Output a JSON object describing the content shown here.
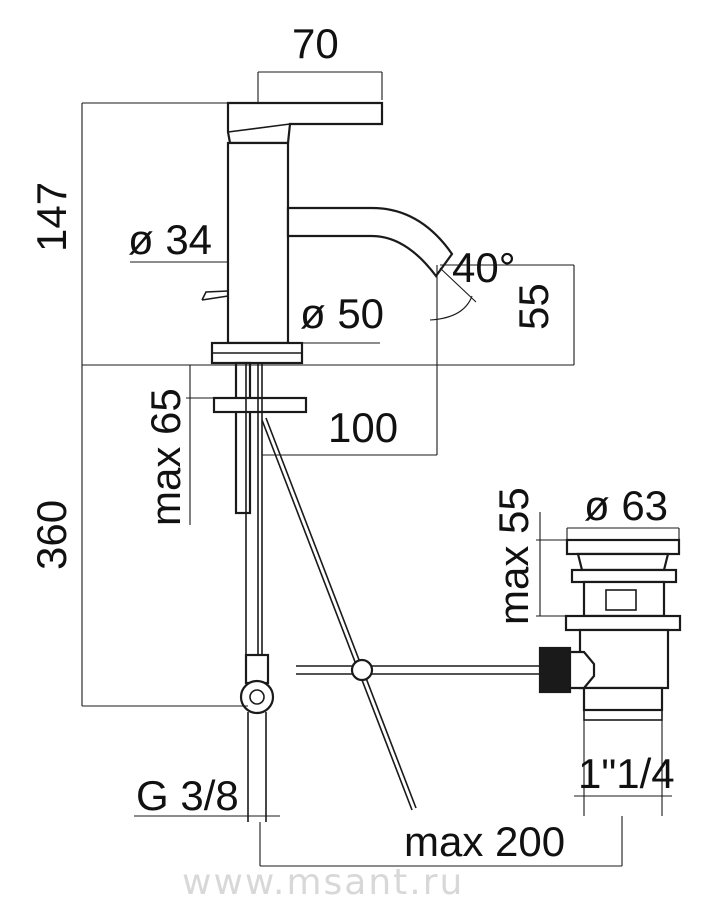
{
  "drawing": {
    "colors": {
      "line": "#1a1a1a",
      "text": "#111111",
      "watermark": "#d8d8d8",
      "background": "#ffffff"
    },
    "dimensions": {
      "handle_length": "70",
      "total_height": "147",
      "body_diameter": "ø 34",
      "base_diameter": "ø 50",
      "spout_angle": "40°",
      "spout_height": "55",
      "spout_reach": "100",
      "max_counter_thickness": "max 65",
      "hose_length": "360",
      "drain_height": "max 55",
      "drain_diameter": "ø 63",
      "drain_thread": "1\"1/4",
      "hose_thread": "G 3/8",
      "rod_length": "max 200"
    },
    "watermark": "www.msant.ru"
  }
}
